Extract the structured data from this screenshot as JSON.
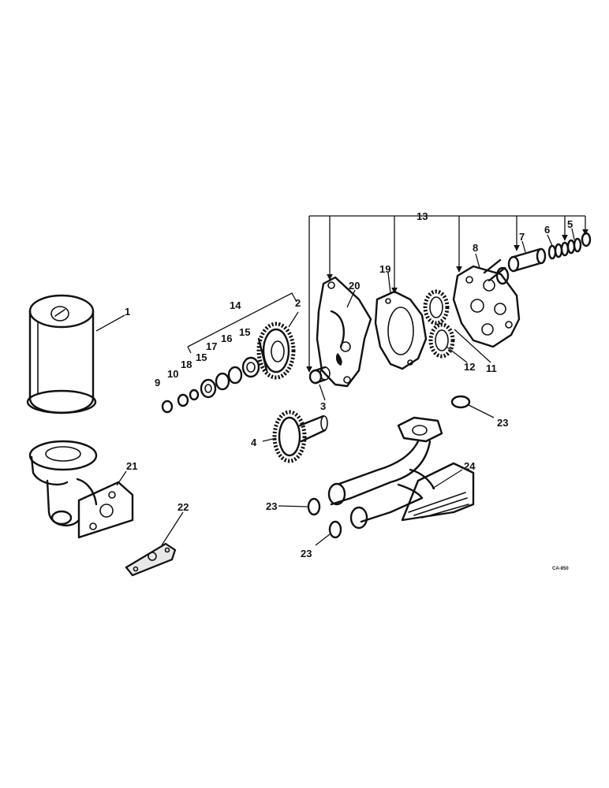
{
  "callouts": {
    "c1": "1",
    "c2": "2",
    "c3": "3",
    "c4": "4",
    "c5": "5",
    "c6": "6",
    "c7": "7",
    "c8": "8",
    "c9": "9",
    "c10": "10",
    "c11": "11",
    "c12": "12",
    "c13": "13",
    "c14": "14",
    "c15a": "15",
    "c15b": "15",
    "c16": "16",
    "c17": "17",
    "c18": "18",
    "c19": "19",
    "c20": "20",
    "c21": "21",
    "c22": "22",
    "c23a": "23",
    "c23b": "23",
    "c23c": "23",
    "c24": "24"
  },
  "figure_code": "CA-850"
}
